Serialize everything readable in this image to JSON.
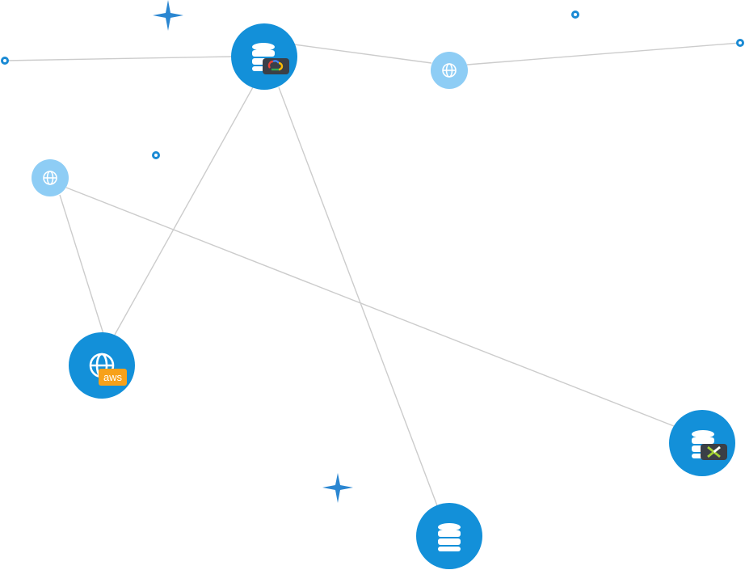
{
  "colors": {
    "node": "#1390d9",
    "node_light": "#8ecdf5",
    "edge": "#cccccc",
    "accent": "#2a86d1",
    "aws_badge": "#f7a11a",
    "dark_badge": "#3b3f47"
  },
  "nodes": [
    {
      "id": "gcp-database",
      "icon": "database-icon",
      "badge": "google-cloud-logo"
    },
    {
      "id": "web-light-top",
      "icon": "globe-icon"
    },
    {
      "id": "web-light-left",
      "icon": "globe-icon"
    },
    {
      "id": "aws-web",
      "icon": "globe-icon",
      "badge": "aws-logo"
    },
    {
      "id": "nutanix-database",
      "icon": "database-icon",
      "badge": "nutanix-logo"
    },
    {
      "id": "database-bottom",
      "icon": "database-icon"
    }
  ],
  "badges": {
    "aws": "aws"
  }
}
